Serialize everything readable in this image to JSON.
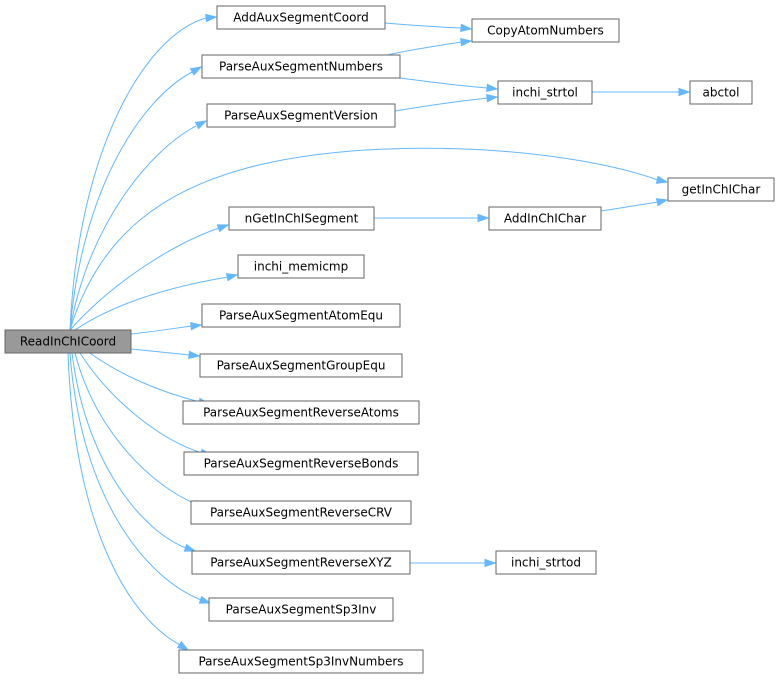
{
  "graph": {
    "root": "ReadInChICoord",
    "nodes": {
      "root": "ReadInChICoord",
      "add_aux_segment_coord": "AddAuxSegmentCoord",
      "copy_atom_numbers": "CopyAtomNumbers",
      "parse_aux_segment_numbers": "ParseAuxSegmentNumbers",
      "inchi_strtol": "inchi_strtol",
      "abctol": "abctol",
      "parse_aux_segment_version": "ParseAuxSegmentVersion",
      "get_inchi_char": "getInChIChar",
      "n_get_inchi_segment": "nGetInChISegment",
      "add_inchi_char": "AddInChIChar",
      "inchi_memicmp": "inchi_memicmp",
      "parse_aux_segment_atom_equ": "ParseAuxSegmentAtomEqu",
      "parse_aux_segment_group_equ": "ParseAuxSegmentGroupEqu",
      "parse_aux_segment_reverse_atoms": "ParseAuxSegmentReverseAtoms",
      "parse_aux_segment_reverse_bonds": "ParseAuxSegmentReverseBonds",
      "parse_aux_segment_reverse_crv": "ParseAuxSegmentReverseCRV",
      "parse_aux_segment_reverse_xyz": "ParseAuxSegmentReverseXYZ",
      "inchi_strtod": "inchi_strtod",
      "parse_aux_segment_sp3_inv": "ParseAuxSegmentSp3Inv",
      "parse_aux_segment_sp3_inv_numbers": "ParseAuxSegmentSp3InvNumbers"
    },
    "edges": [
      [
        "root",
        "add_aux_segment_coord"
      ],
      [
        "root",
        "parse_aux_segment_numbers"
      ],
      [
        "root",
        "parse_aux_segment_version"
      ],
      [
        "root",
        "get_inchi_char"
      ],
      [
        "root",
        "n_get_inchi_segment"
      ],
      [
        "root",
        "inchi_memicmp"
      ],
      [
        "root",
        "parse_aux_segment_atom_equ"
      ],
      [
        "root",
        "parse_aux_segment_group_equ"
      ],
      [
        "root",
        "parse_aux_segment_reverse_atoms"
      ],
      [
        "root",
        "parse_aux_segment_reverse_bonds"
      ],
      [
        "root",
        "parse_aux_segment_reverse_crv"
      ],
      [
        "root",
        "parse_aux_segment_reverse_xyz"
      ],
      [
        "root",
        "parse_aux_segment_sp3_inv"
      ],
      [
        "root",
        "parse_aux_segment_sp3_inv_numbers"
      ],
      [
        "add_aux_segment_coord",
        "copy_atom_numbers"
      ],
      [
        "parse_aux_segment_numbers",
        "copy_atom_numbers"
      ],
      [
        "parse_aux_segment_numbers",
        "inchi_strtol"
      ],
      [
        "parse_aux_segment_version",
        "inchi_strtol"
      ],
      [
        "inchi_strtol",
        "abctol"
      ],
      [
        "n_get_inchi_segment",
        "add_inchi_char"
      ],
      [
        "add_inchi_char",
        "get_inchi_char"
      ],
      [
        "parse_aux_segment_reverse_xyz",
        "inchi_strtod"
      ]
    ],
    "colors": {
      "edge": "#63b8ff",
      "root_fill": "#999999",
      "node_fill": "#ffffff",
      "node_border": "#666666"
    }
  }
}
